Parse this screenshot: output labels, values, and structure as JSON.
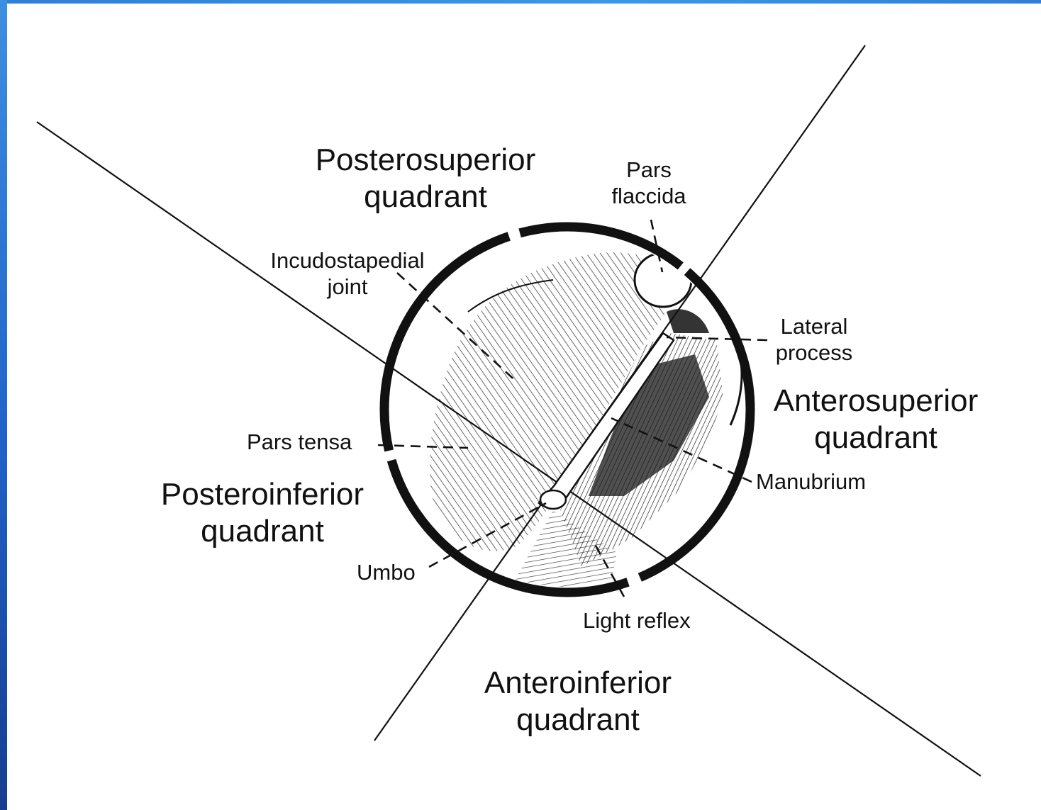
{
  "colors": {
    "frame_gradient_top": "#3d8fe0",
    "frame_gradient_bottom": "#173d8f",
    "ink": "#111111",
    "background": "#ffffff"
  },
  "quadrants": {
    "posterosuperior": [
      "Posterosuperior",
      "quadrant"
    ],
    "anterosuperior": [
      "Anterosuperior",
      "quadrant"
    ],
    "posteroinferior": [
      "Posteroinferior",
      "quadrant"
    ],
    "anteroinferior": [
      "Anteroinferior",
      "quadrant"
    ]
  },
  "parts": {
    "pars_flaccida": [
      "Pars",
      "flaccida"
    ],
    "incudostapedial_joint": [
      "Incudostapedial",
      "joint"
    ],
    "lateral_process": [
      "Lateral",
      "process"
    ],
    "pars_tensa": "Pars tensa",
    "manubrium": "Manubrium",
    "umbo": "Umbo",
    "light_reflex": "Light reflex"
  }
}
